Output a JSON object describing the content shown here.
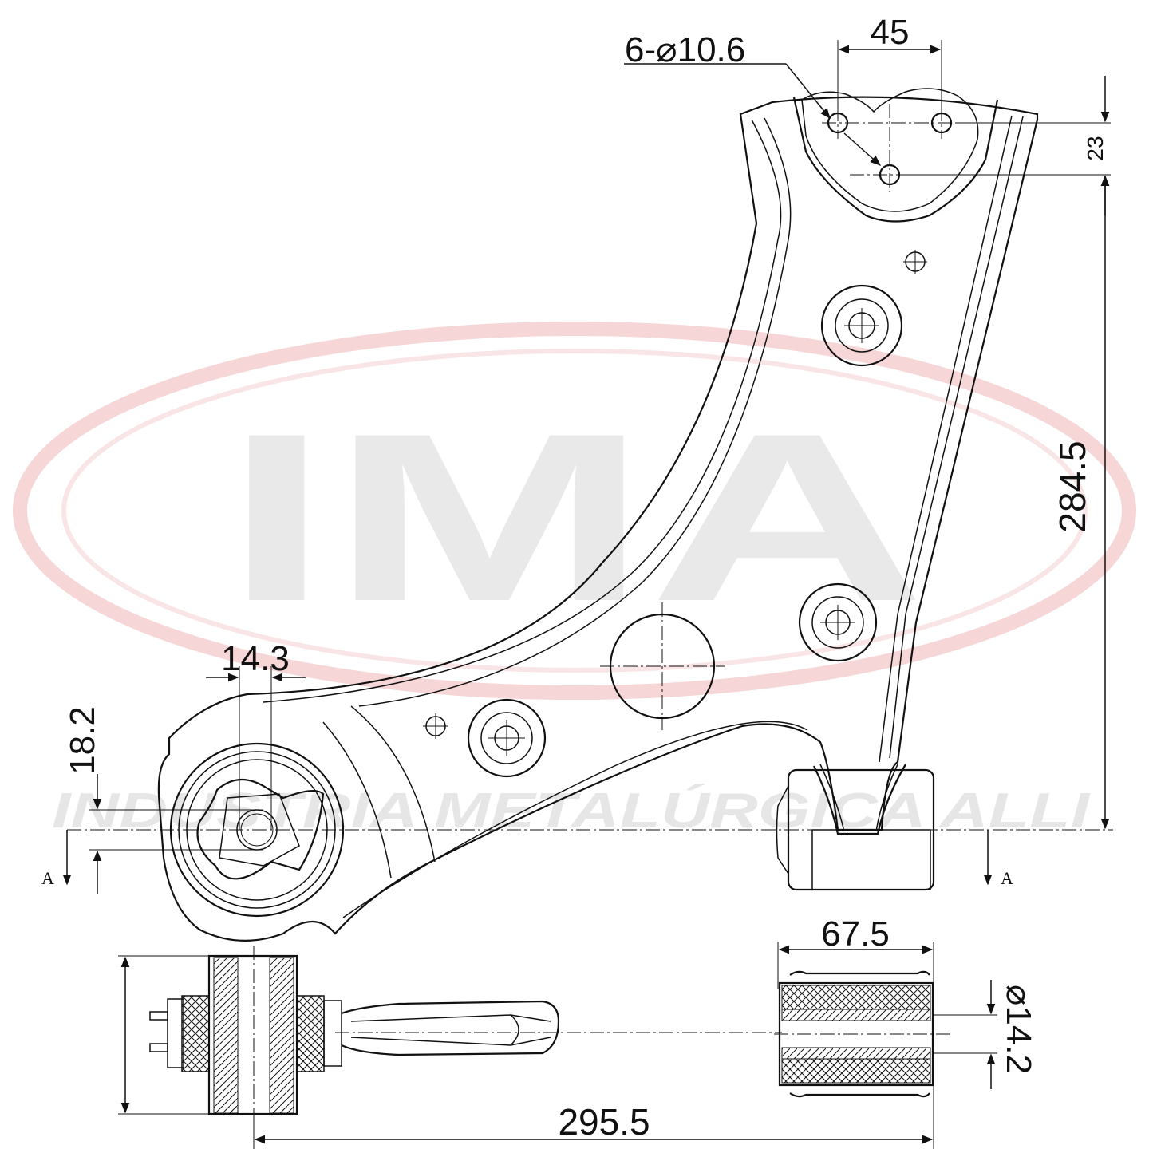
{
  "watermark": {
    "brand": "IMA",
    "company": "INDUSTRIA METALÚRGICA ALLI",
    "ring_color": "#f3c9c9",
    "letter_color": "#e9e9e9"
  },
  "dimensions": {
    "holes": "6-⌀10.6",
    "hole_spacing": "45",
    "hole_offset": "23",
    "height": "284.5",
    "bushing_offset_x": "14.3",
    "bushing_offset_y": "18.2",
    "rear_bushing_length": "67.5",
    "rear_bushing_diameter": "⌀14.2",
    "total_length": "295.5"
  },
  "section": {
    "left": "A",
    "right": "A"
  },
  "colors": {
    "line": "#111111",
    "background": "#ffffff"
  }
}
